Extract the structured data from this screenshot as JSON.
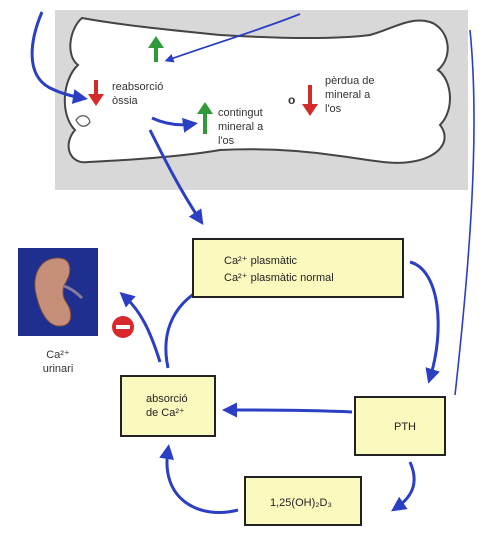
{
  "bone": {
    "resorption": "reabsorció\nòssia",
    "mineral_content": "contingut\nmineral a\nl'os",
    "connector": "o",
    "mineral_loss": "pèrdua de\nmineral a\nl'os"
  },
  "plasma_box": {
    "line1": "Ca²⁺ plasmàtic",
    "line2": "Ca²⁺ plasmàtic normal"
  },
  "urinary": "Ca²⁺\nurinari",
  "absorption_box": "absorció\nde Ca²⁺",
  "pth_box": "PTH",
  "vitd_box": "1,25(OH)₂D₃",
  "colors": {
    "up_arrow": "#2e9a3a",
    "down_arrow": "#d42a2a",
    "flow_arrow": "#2a3fc4",
    "box_fill": "#fafabf"
  }
}
